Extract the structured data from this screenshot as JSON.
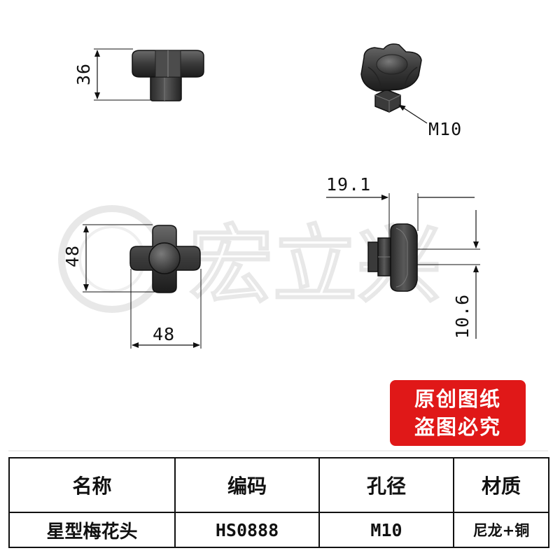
{
  "drawing": {
    "height_dim": "36",
    "thread_label": "M10",
    "width_dim_vertical": "48",
    "width_dim_horizontal": "48",
    "offset_dim": "19.1",
    "side_dim": "10.6"
  },
  "watermark": {
    "text": "宏立兴"
  },
  "badge": {
    "line1": "原创图纸",
    "line2": "盗图必究",
    "color": "#e01818"
  },
  "table": {
    "headers": [
      "名称",
      "编码",
      "孔径",
      "材质"
    ],
    "values": [
      "星型梅花头",
      "HS0888",
      "M10",
      "尼龙+铜"
    ]
  }
}
